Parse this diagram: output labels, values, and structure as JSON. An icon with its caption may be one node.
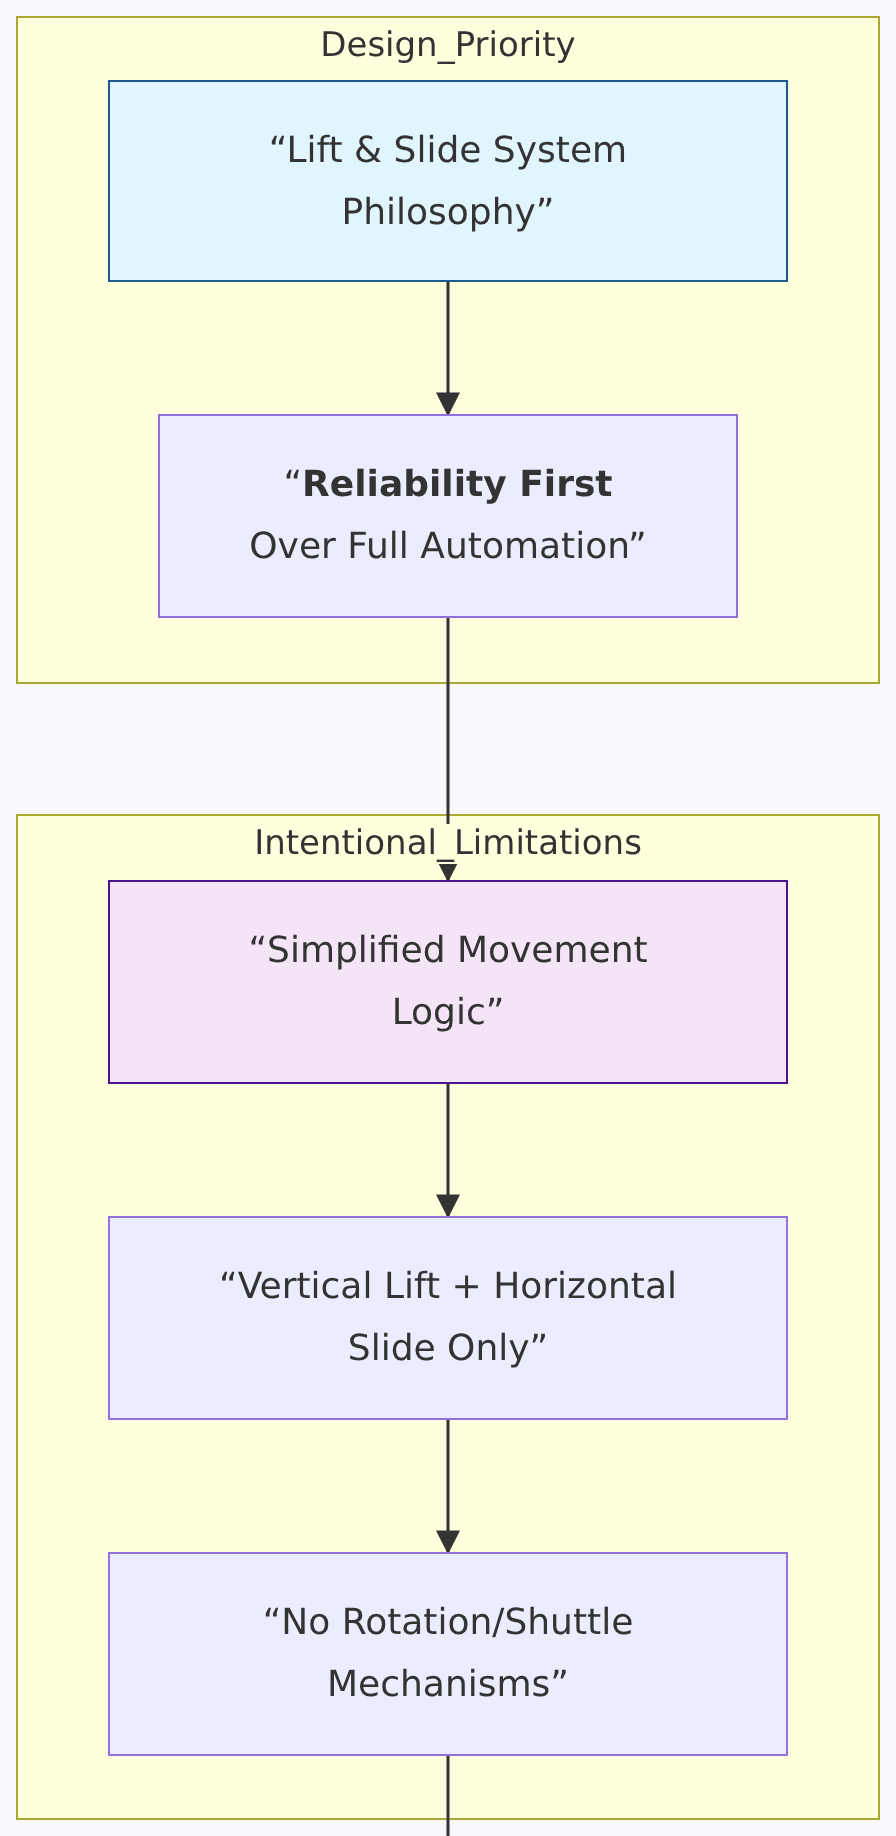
{
  "diagram": {
    "nodes": [
      {
        "text": [
          "Design_Priority"
        ]
      },
      {
        "text": [
          "“Lift & Slide System Philosophy”"
        ],
        "in": 0
      },
      {
        "text": [
          "“**Reliability First** Over Full Automation”"
        ],
        "in": 0
      },
      {
        "text": [
          "Intentional_Limitations"
        ]
      },
      {
        "text": [
          "“Simplified Movement Logic”"
        ],
        "in": 3
      },
      {
        "text": [
          "“Vertical Lift + Horizontal Slide Only”"
        ],
        "in": 3
      },
      {
        "text": [
          "“No Rotation/Shuttle Mechanisms”"
        ],
        "in": 3
      }
    ],
    "edges": [
      {
        "from": 1,
        "to": 2,
        "arrow": "to"
      },
      {
        "from": 2,
        "to": 4,
        "arrow": "to"
      },
      {
        "from": 4,
        "to": 5,
        "arrow": "to"
      },
      {
        "from": 5,
        "to": 6,
        "arrow": "to"
      },
      {
        "from": 6,
        "to": null,
        "arrow": "none"
      }
    ]
  }
}
